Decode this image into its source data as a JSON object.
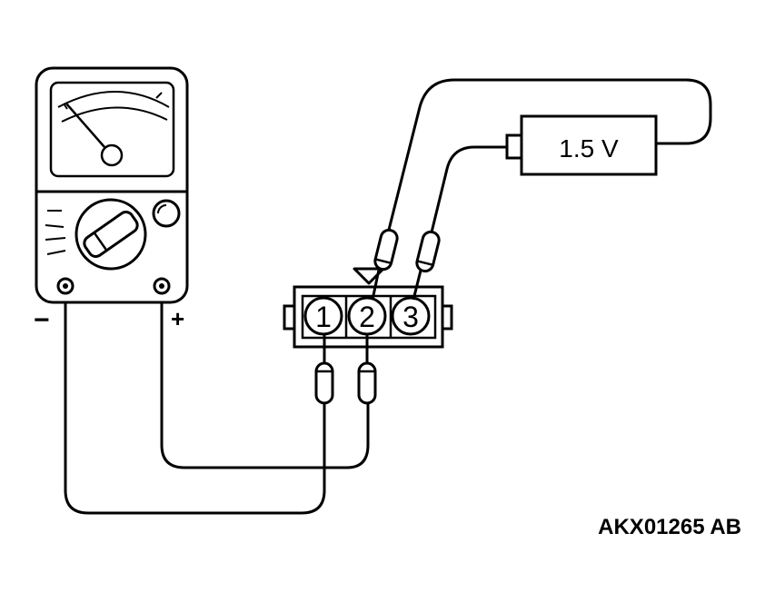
{
  "battery": {
    "label": "1.5 V"
  },
  "meter": {
    "neg_label": "−",
    "pos_label": "+"
  },
  "connector": {
    "pins": [
      "1",
      "2",
      "3"
    ]
  },
  "figure": {
    "code": "AKX01265 AB"
  },
  "icons": [
    "multimeter-icon",
    "battery-icon",
    "connector-icon",
    "test-probe-icon",
    "pin-marker-triangle-icon"
  ],
  "colors": {
    "line": "#000000",
    "background": "#ffffff"
  }
}
